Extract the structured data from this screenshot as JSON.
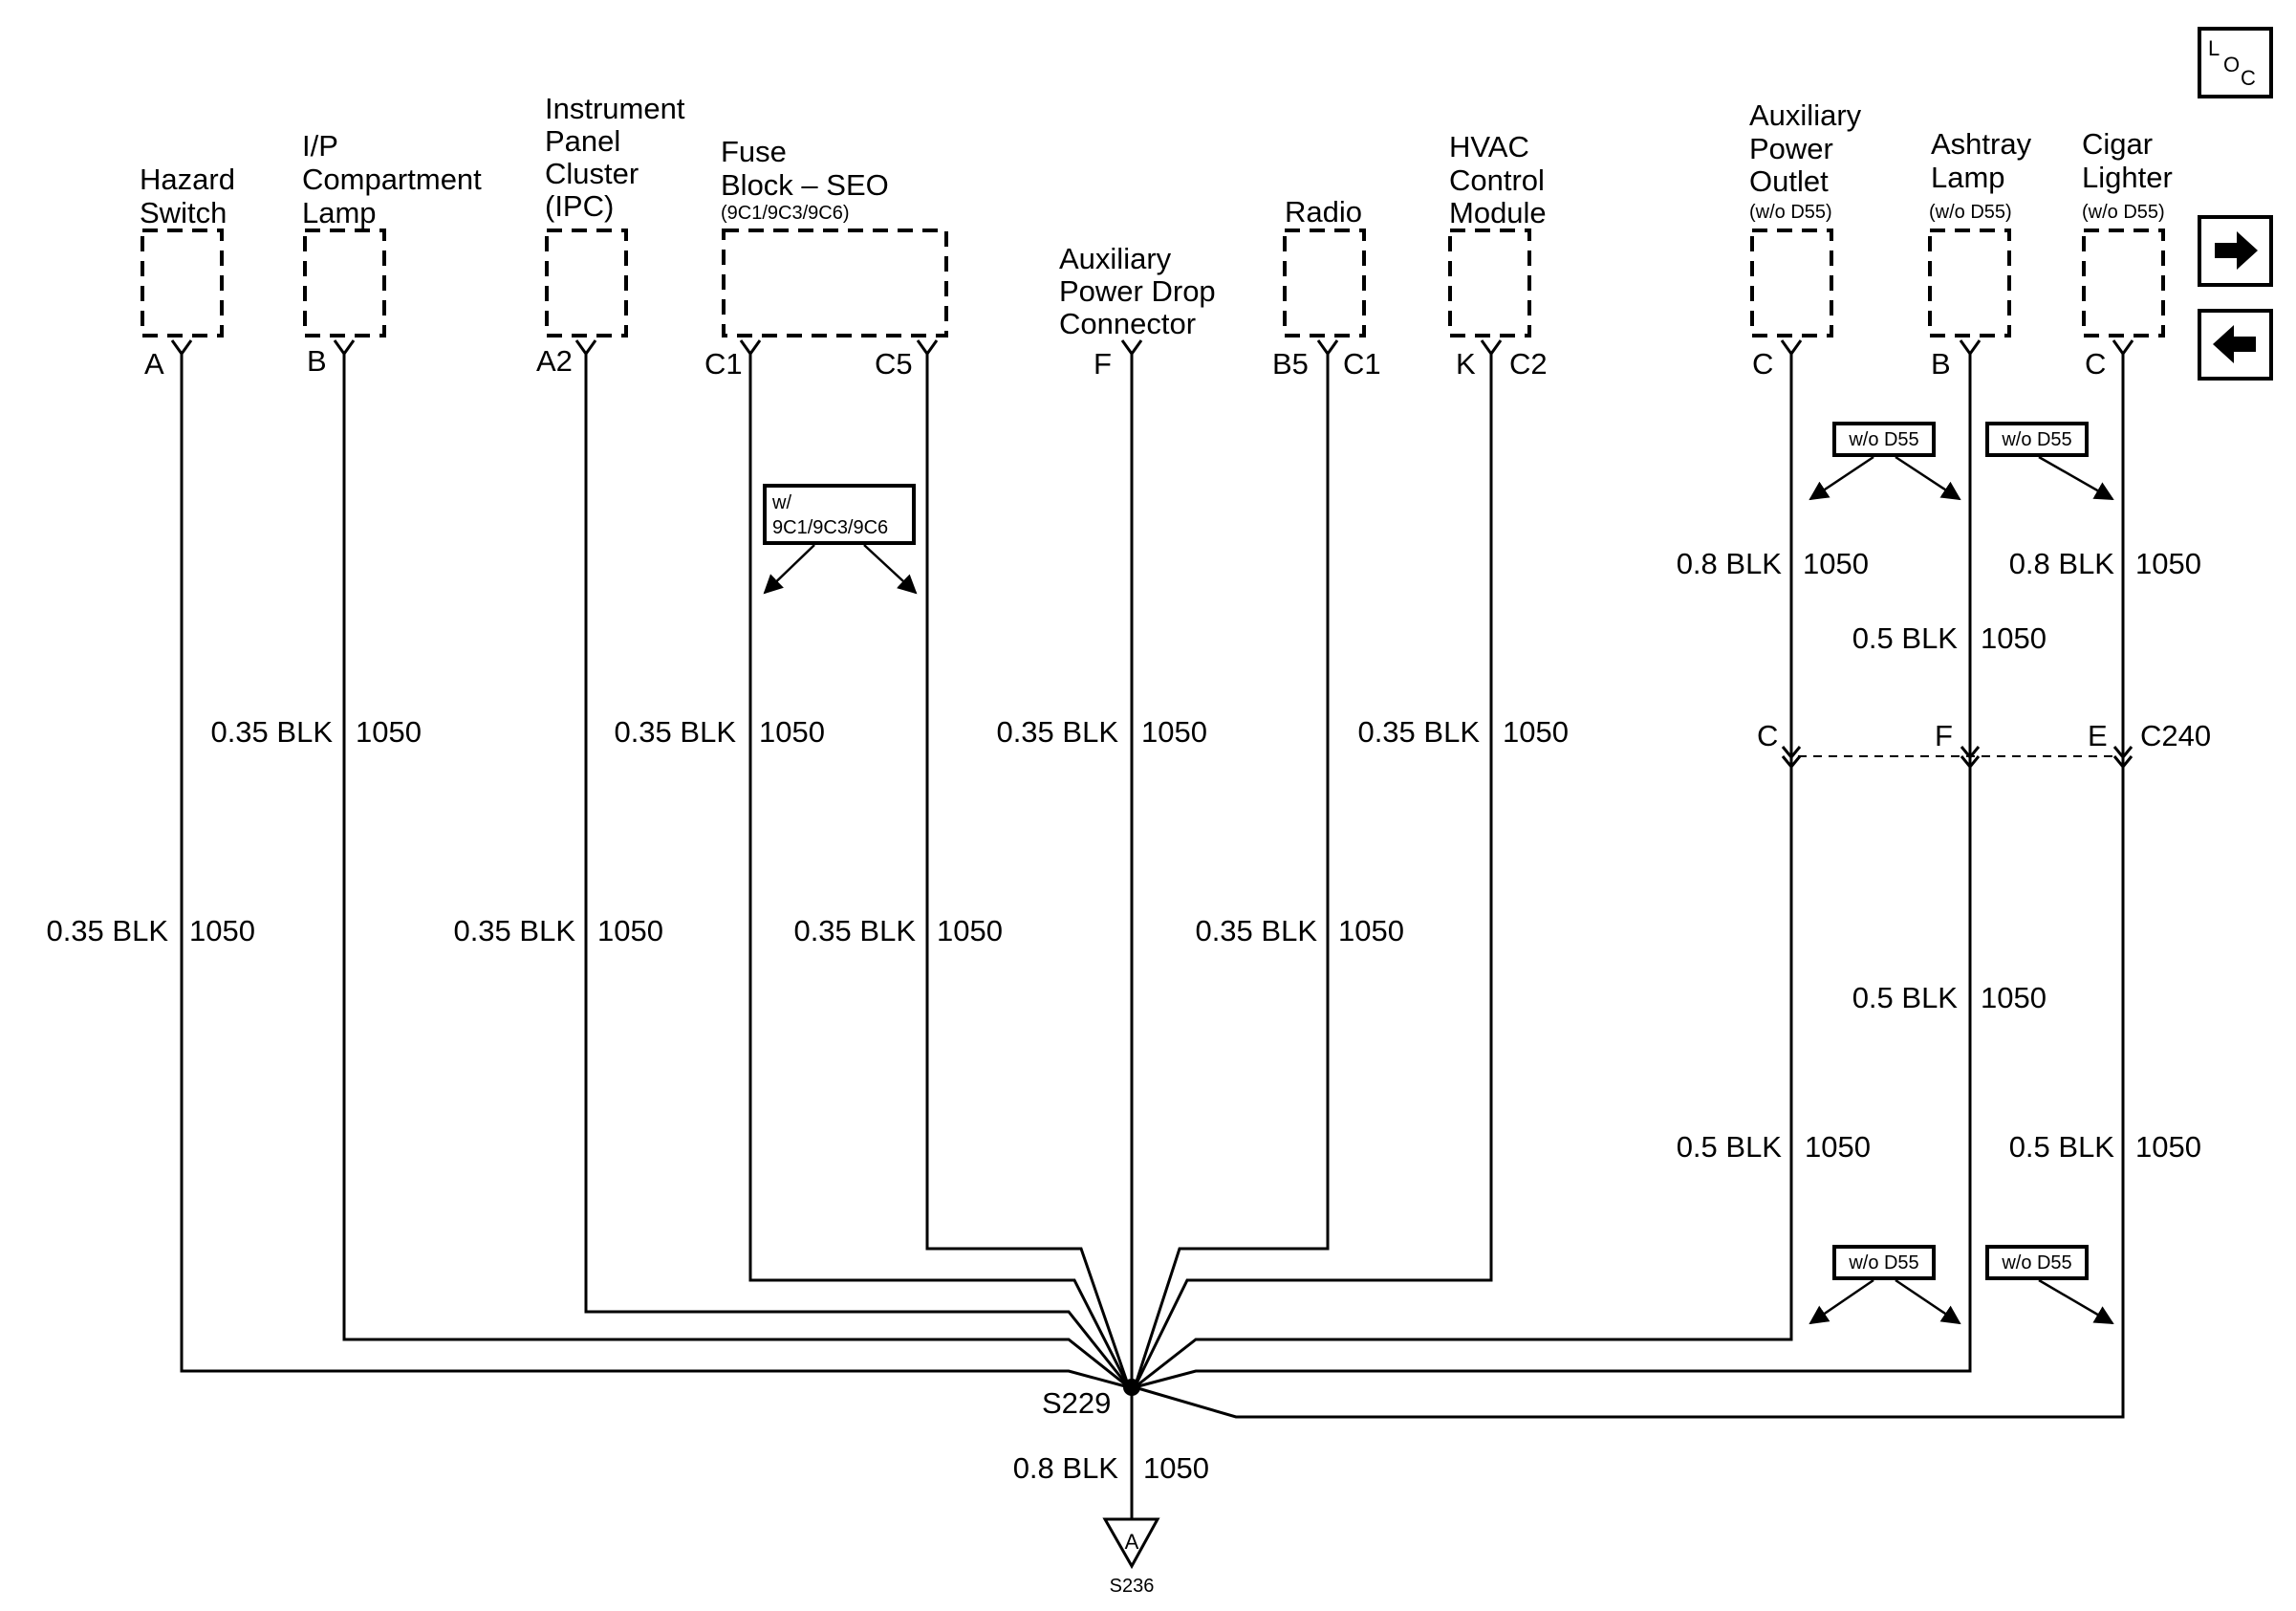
{
  "components": {
    "hazard_switch": [
      "Hazard",
      "Switch"
    ],
    "ip_compartment_lamp": [
      "I/P",
      "Compartment",
      "Lamp"
    ],
    "ipc": [
      "Instrument",
      "Panel",
      "Cluster",
      "(IPC)"
    ],
    "fuse_block": [
      "Fuse",
      "Block – SEO"
    ],
    "fuse_block_sub": "(9C1/9C3/9C6)",
    "aux_power_drop": [
      "Auxiliary",
      "Power Drop",
      "Connector"
    ],
    "radio": [
      "Radio"
    ],
    "hvac": [
      "HVAC",
      "Control",
      "Module"
    ],
    "aux_power_outlet": [
      "Auxiliary",
      "Power",
      "Outlet"
    ],
    "aux_power_outlet_sub": "(w/o D55)",
    "ashtray_lamp": [
      "Ashtray",
      "Lamp"
    ],
    "ashtray_lamp_sub": "(w/o D55)",
    "cigar_lighter": [
      "Cigar",
      "Lighter"
    ],
    "cigar_lighter_sub": "(w/o D55)"
  },
  "pins": {
    "hazard": "A",
    "ip_lamp": "B",
    "ipc": "A2",
    "fuse_c1": "C1",
    "fuse_c5": "C5",
    "aux_drop": "F",
    "radio_b5": "B5",
    "radio_c1": "C1",
    "hvac_k": "K",
    "hvac_c2": "C2",
    "outlet": "C",
    "ashtray": "B",
    "cigar": "C"
  },
  "wires": {
    "size_035": "0.35 BLK",
    "size_08": "0.8 BLK",
    "size_05": "0.5 BLK",
    "circuit": "1050"
  },
  "options": {
    "w_9c": [
      "w/",
      "9C1/9C3/9C6"
    ],
    "wo_d55": "w/o D55"
  },
  "connector_c240": {
    "name": "C240",
    "pin_outlet": "C",
    "pin_ashtray": "F",
    "pin_cigar": "E"
  },
  "splice": "S229",
  "ground": {
    "letter": "A",
    "ref": "S236"
  },
  "loc_icon": [
    "L",
    "O",
    "C"
  ]
}
